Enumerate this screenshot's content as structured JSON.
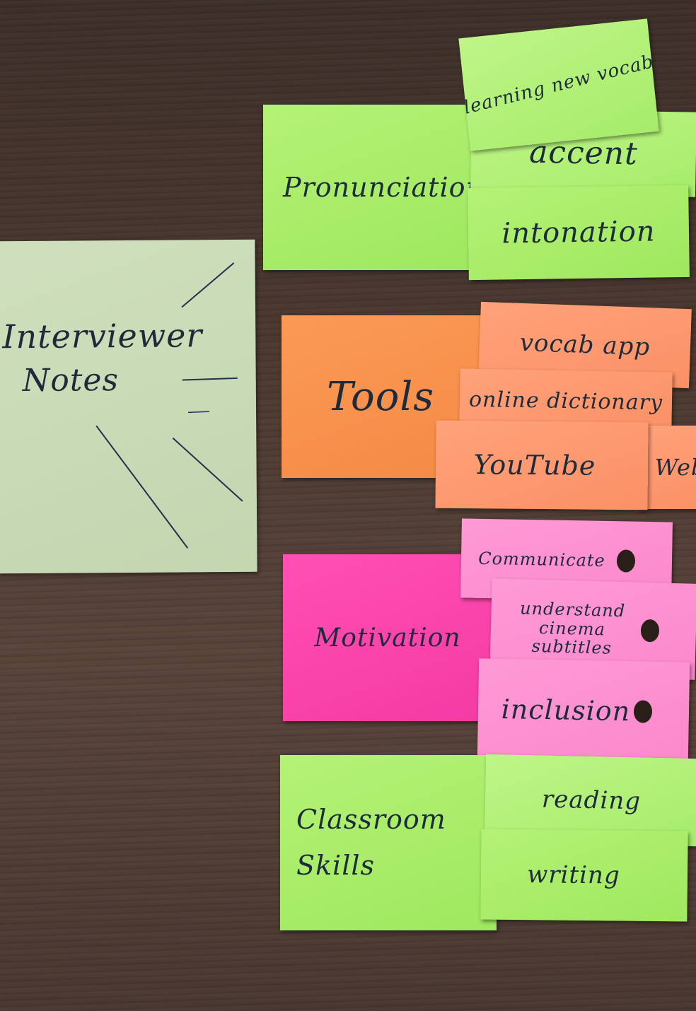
{
  "interviewer_note": {
    "line1": "Interviewer",
    "line2": "Notes"
  },
  "groups": [
    {
      "category": "Pronunciation",
      "items": [
        "learning new vocab",
        "accent",
        "intonation"
      ]
    },
    {
      "category": "Tools",
      "items": [
        "vocab app",
        "online dictionary",
        "YouTube",
        "Web"
      ]
    },
    {
      "category": "Motivation",
      "items": [
        "Communicate",
        "understand cinema subtitles",
        "inclusion"
      ]
    },
    {
      "category": "Classroom Skills",
      "items": [
        "reading",
        "writing"
      ]
    }
  ],
  "colors": {
    "green_note": "#a8ec67",
    "orange_note": "#f7914c",
    "salmon_note": "#fd9870",
    "magenta_note": "#fa45ad",
    "pink_note": "#fd91d1",
    "sage_note": "#c9dab6",
    "ink": "#1d2b3a"
  }
}
